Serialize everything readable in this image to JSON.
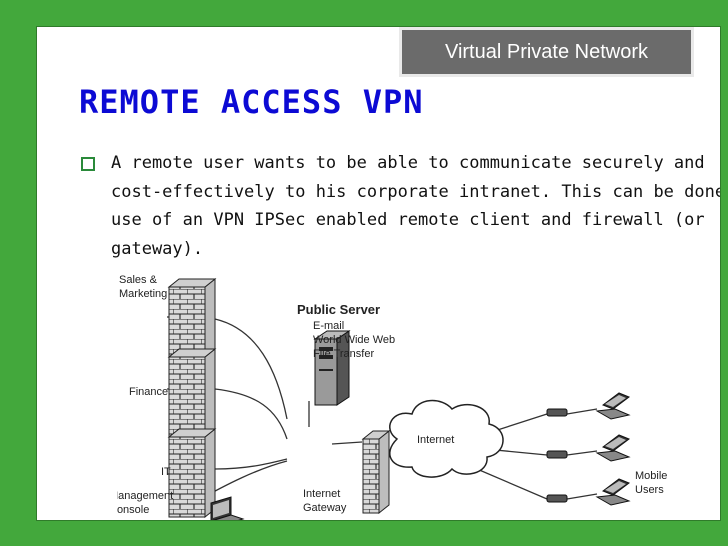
{
  "banner": {
    "title": "Virtual Private Network"
  },
  "slide": {
    "heading": "REMOTE ACCESS VPN",
    "bullet_text": "A remote user wants to be able to communicate securely and cost-effectively to his corporate intranet. This can be done by use of an VPN IPSec enabled remote client and firewall (or gateway)."
  },
  "diagram": {
    "departments": {
      "sales_line1": "Sales &",
      "sales_line2": "Marketing",
      "finance": "Finance",
      "it": "IT",
      "mgmt_line1": "Management",
      "mgmt_line2": "Console"
    },
    "public_server": {
      "title": "Public Server",
      "services": [
        "E-mail",
        "World Wide Web",
        "File Transfer"
      ]
    },
    "internet": "Internet",
    "gateway_line1": "Internet",
    "gateway_line2": "Gateway",
    "mobile_line1": "Mobile",
    "mobile_line2": "Users"
  },
  "colors": {
    "background": "#43a83c",
    "heading": "#0c0ad4",
    "banner_bg": "#6b6b6b"
  },
  "icons": {
    "bullet": "hollow-square-bullet-icon",
    "firewall": "brick-wall-icon",
    "server": "server-tower-icon",
    "laptop": "laptop-icon",
    "cloud": "cloud-icon"
  }
}
